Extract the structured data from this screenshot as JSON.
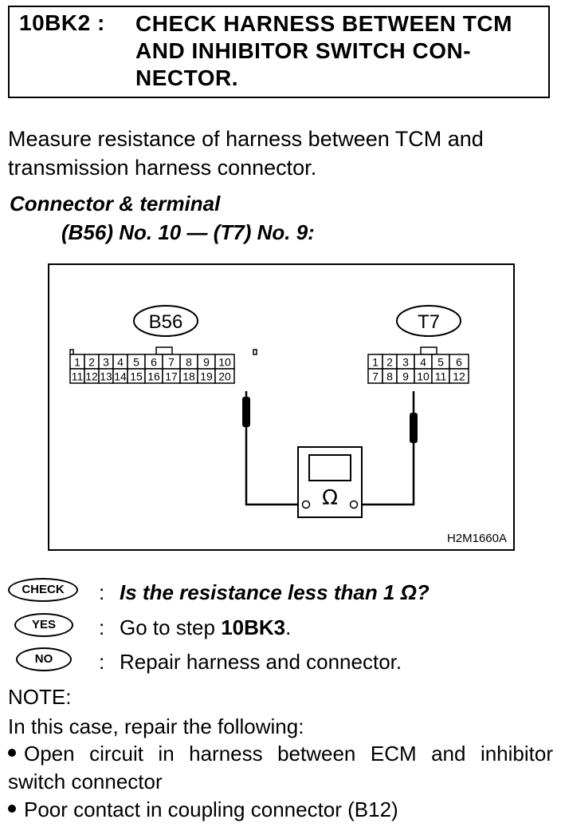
{
  "step": {
    "id": "10BK2 :",
    "title_lines": [
      "CHECK HARNESS BETWEEN TCM",
      "AND INHIBITOR SWITCH CON-",
      "NECTOR."
    ]
  },
  "instruction": "Measure resistance of harness between TCM and transmission harness connector.",
  "connector_heading": "Connector & terminal",
  "connector_detail": "(B56) No. 10 — (T7) No. 9:",
  "diagram": {
    "left_connector": {
      "name": "B56",
      "row1": [
        "1",
        "2",
        "3",
        "4",
        "5",
        "6",
        "7",
        "8",
        "9",
        "10"
      ],
      "row2": [
        "11",
        "12",
        "13",
        "14",
        "15",
        "16",
        "17",
        "18",
        "19",
        "20"
      ]
    },
    "right_connector": {
      "name": "T7",
      "row1": [
        "1",
        "2",
        "3",
        "4",
        "5",
        "6"
      ],
      "row2": [
        "7",
        "8",
        "9",
        "10",
        "11",
        "12"
      ]
    },
    "meter_symbol": "Ω",
    "figure_code": "H2M1660A"
  },
  "check": {
    "badge": "CHECK",
    "colon": ":",
    "question": "Is the resistance less than 1 Ω?"
  },
  "yes": {
    "badge": "YES",
    "colon": ":",
    "text_prefix": "Go to step ",
    "step_ref": "10BK3",
    "text_suffix": "."
  },
  "no": {
    "badge": "NO",
    "colon": ":",
    "text": "Repair harness and connector."
  },
  "note": {
    "label": "NOTE:",
    "intro": "In this case, repair the following:",
    "items": [
      "Open circuit in harness between ECM and inhibitor switch connector",
      "Poor contact in coupling connector (B12)"
    ]
  }
}
